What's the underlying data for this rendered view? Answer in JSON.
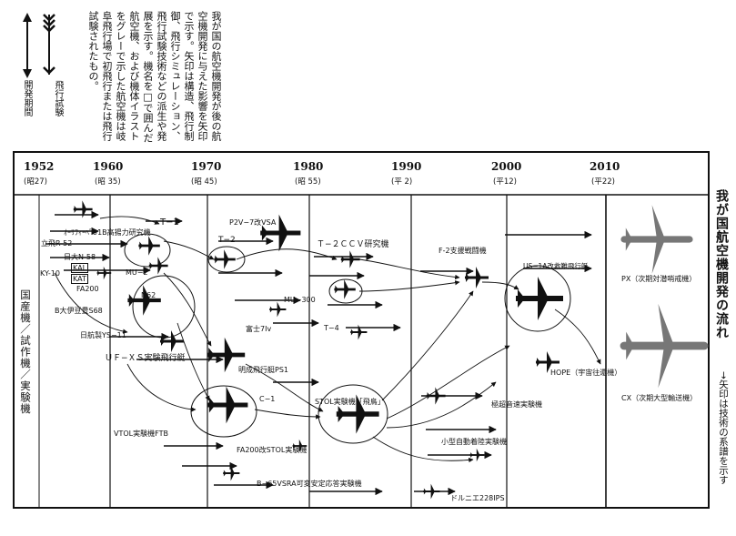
{
  "title": "我が国航空機開発の流れ",
  "subtitle": "→矢印は技術の系譜を示す",
  "note": "我が国の航空機開発が後の航空機開発に与えた影響を矢印で示す。矢印は構造、飛行制御、飛行シミュレーション、飛行試験技術などの派生や発展を示す。機名を□で囲んだ航空機、および機体イラストをグレーで示した航空機は岐阜飛行場で初飛行または飛行試験されたもの。",
  "legend": {
    "flight_test": "飛行試験",
    "development_period": "開発期間"
  },
  "category_label": "国産機／試作機／実験機",
  "timeline": [
    {
      "year": "1952",
      "era": "(昭27)"
    },
    {
      "year": "1960",
      "era": "(昭 35)"
    },
    {
      "year": "1970",
      "era": "(昭 45)"
    },
    {
      "year": "1980",
      "era": "(昭 55)"
    },
    {
      "year": "1990",
      "era": "(平 2)"
    },
    {
      "year": "2000",
      "era": "(平12)"
    },
    {
      "year": "2010",
      "era": "(平22)"
    }
  ],
  "aircraft": [
    {
      "id": "t1",
      "label": "T−1"
    },
    {
      "id": "fa91b",
      "label": "ｵｰﾘﾌｨｰﾍﾞ91B高揚力研究機"
    },
    {
      "id": "kr52",
      "label": "立飛R-52"
    },
    {
      "id": "fh52",
      "label": "日大N-58"
    },
    {
      "id": "kal",
      "label": "KAL"
    },
    {
      "id": "kat",
      "label": "KAT"
    },
    {
      "id": "ky10",
      "label": "KY-10"
    },
    {
      "id": "fa200",
      "label": "FA200"
    },
    {
      "id": "mu2",
      "label": "MU−2"
    },
    {
      "id": "n62",
      "label": "N62"
    },
    {
      "id": "b6",
      "label": "B大伊豆豊S68"
    },
    {
      "id": "ys11",
      "label": "日航製YS−11"
    },
    {
      "id": "ufxs",
      "label": "ＵＦ−ＸＳ実験飛行艇"
    },
    {
      "id": "p2v",
      "label": "P2V−7改VSA"
    },
    {
      "id": "t2",
      "label": "T−2"
    },
    {
      "id": "t2ccv",
      "label": "Ｔ−２ＣＣＶ研究機"
    },
    {
      "id": "mu300",
      "label": "MU−300"
    },
    {
      "id": "fuji7",
      "label": "富士7Iv"
    },
    {
      "id": "t4",
      "label": "T−4"
    },
    {
      "id": "ps1",
      "label": "明成飛行艇PS1"
    },
    {
      "id": "c1",
      "label": "C−1"
    },
    {
      "id": "stol",
      "label": "STOL実験機「飛鳥」"
    },
    {
      "id": "f2",
      "label": "F-2支援戦闘機"
    },
    {
      "id": "us1a",
      "label": "US−1A改救難飛行艇"
    },
    {
      "id": "hope",
      "label": "HOPE（宇宙往還機）"
    },
    {
      "id": "highspeed",
      "label": "極超音速実験機"
    },
    {
      "id": "auto",
      "label": "小型自動着陸実験機"
    },
    {
      "id": "vtol",
      "label": "VTOL実験機FTB"
    },
    {
      "id": "fa200stol",
      "label": "FA200改STOL実験機"
    },
    {
      "id": "b65",
      "label": "B−65VSRA可変安定応答実験機"
    },
    {
      "id": "dornier",
      "label": "ドルニエ228IPS"
    },
    {
      "id": "px",
      "label": "PX（次期対潜哨戒機）"
    },
    {
      "id": "cx",
      "label": "CX（次期大型輸送機）"
    }
  ]
}
